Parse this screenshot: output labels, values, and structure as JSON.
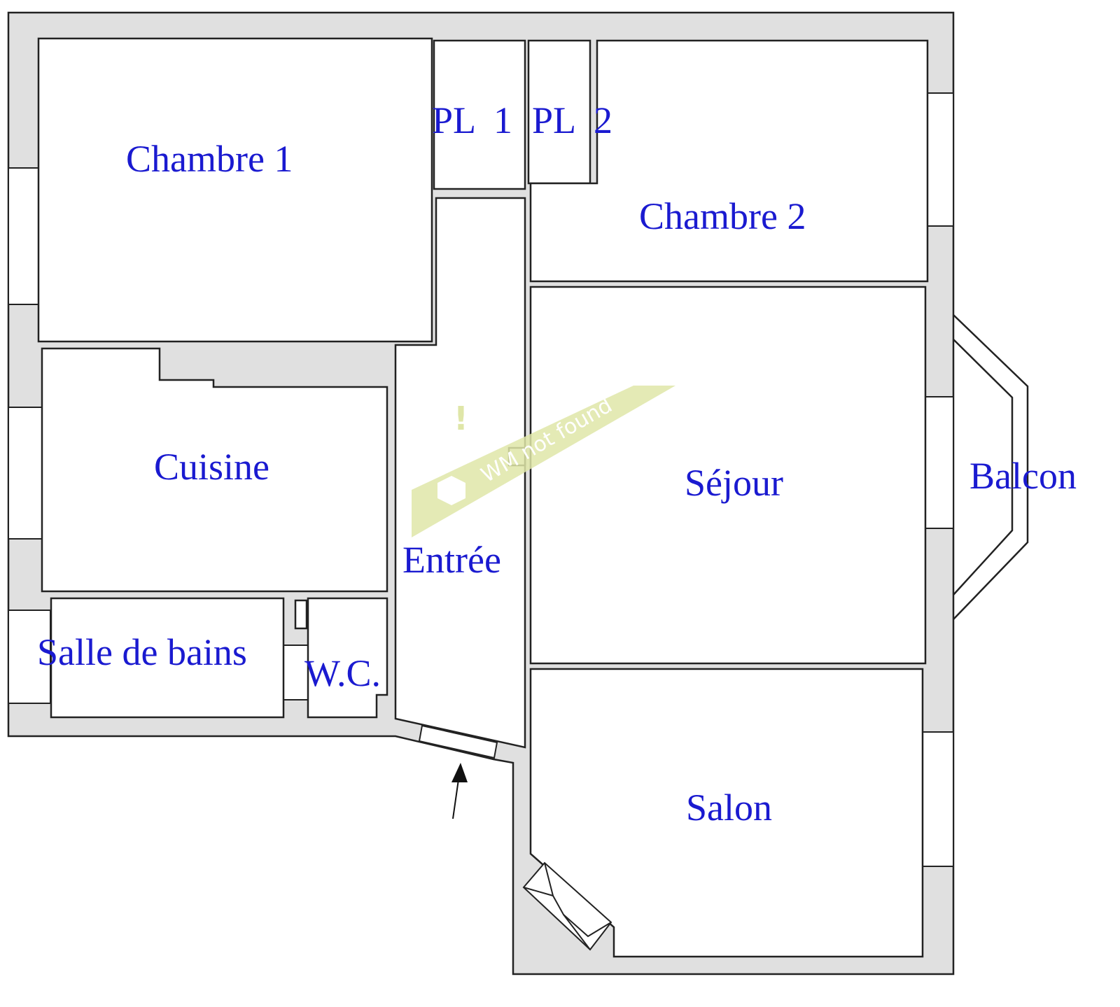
{
  "rooms": {
    "chambre1": "Chambre 1",
    "pl1": "PL  1",
    "pl2": "PL  2",
    "chambre2": "Chambre 2",
    "cuisine": "Cuisine",
    "entree": "Entrée",
    "sejour": "Séjour",
    "balcon": "Balcon",
    "salle_de_bains": "Salle de bains",
    "wc": "W.C.",
    "salon": "Salon"
  },
  "watermark": {
    "text": "WM not found",
    "mark": "!",
    "color": "#dfe6a8"
  },
  "colors": {
    "label": "#1a1ad0",
    "wall": "#e0e0e0"
  }
}
